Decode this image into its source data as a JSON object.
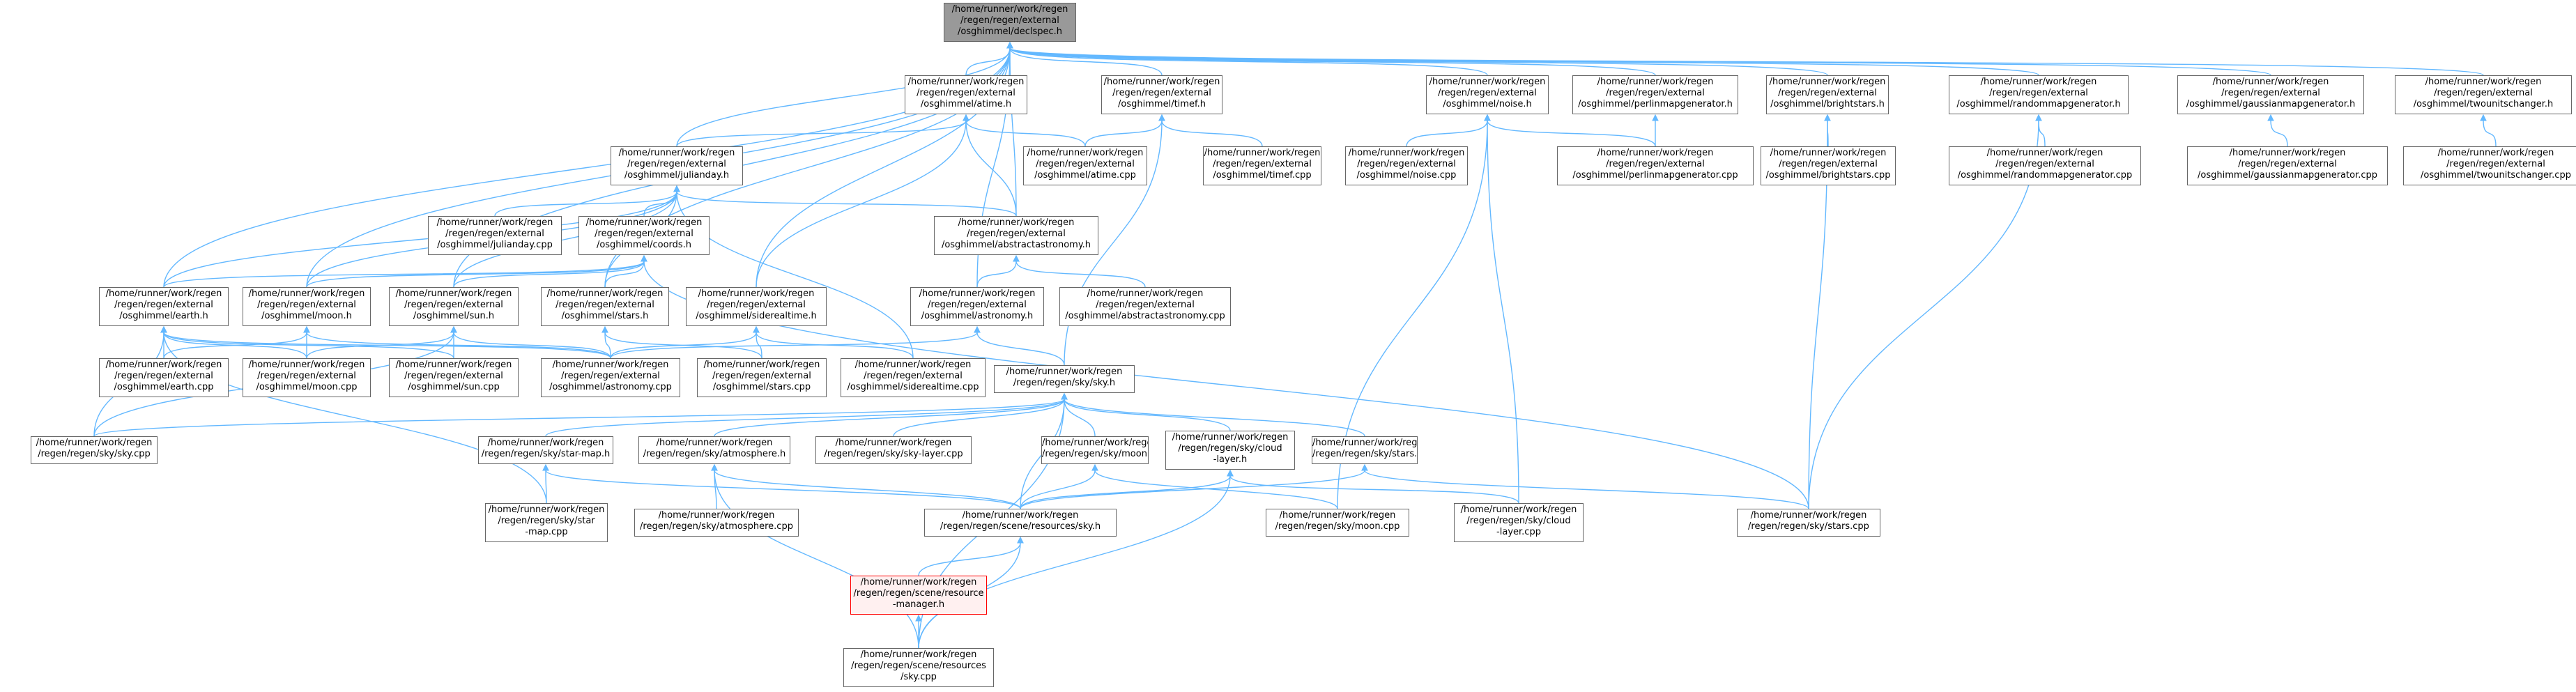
{
  "graph": {
    "nodes": [
      {
        "id": "declspec",
        "label": "/home/runner/work/regen\n/regen/regen/external\n/osghimmel/declspec.h",
        "style": "root"
      },
      {
        "id": "atime_h",
        "label": "/home/runner/work/regen\n/regen/regen/external\n/osghimmel/atime.h"
      },
      {
        "id": "timef_h",
        "label": "/home/runner/work/regen\n/regen/regen/external\n/osghimmel/timef.h"
      },
      {
        "id": "noise_h",
        "label": "/home/runner/work/regen\n/regen/regen/external\n/osghimmel/noise.h"
      },
      {
        "id": "perlin_h",
        "label": "/home/runner/work/regen\n/regen/regen/external\n/osghimmel/perlinmapgenerator.h"
      },
      {
        "id": "brightstars_h",
        "label": "/home/runner/work/regen\n/regen/regen/external\n/osghimmel/brightstars.h"
      },
      {
        "id": "random_h",
        "label": "/home/runner/work/regen\n/regen/regen/external\n/osghimmel/randommapgenerator.h"
      },
      {
        "id": "gaussian_h",
        "label": "/home/runner/work/regen\n/regen/regen/external\n/osghimmel/gaussianmapgenerator.h"
      },
      {
        "id": "twounit_h",
        "label": "/home/runner/work/regen\n/regen/regen/external\n/osghimmel/twounitschanger.h"
      },
      {
        "id": "julianday_h",
        "label": "/home/runner/work/regen\n/regen/regen/external\n/osghimmel/julianday.h"
      },
      {
        "id": "atime_cpp",
        "label": "/home/runner/work/regen\n/regen/regen/external\n/osghimmel/atime.cpp"
      },
      {
        "id": "timef_cpp",
        "label": "/home/runner/work/regen\n/regen/regen/external\n/osghimmel/timef.cpp"
      },
      {
        "id": "noise_cpp",
        "label": "/home/runner/work/regen\n/regen/regen/external\n/osghimmel/noise.cpp"
      },
      {
        "id": "perlin_cpp",
        "label": "/home/runner/work/regen\n/regen/regen/external\n/osghimmel/perlinmapgenerator.cpp"
      },
      {
        "id": "brightstars_cpp",
        "label": "/home/runner/work/regen\n/regen/regen/external\n/osghimmel/brightstars.cpp"
      },
      {
        "id": "random_cpp",
        "label": "/home/runner/work/regen\n/regen/regen/external\n/osghimmel/randommapgenerator.cpp"
      },
      {
        "id": "gaussian_cpp",
        "label": "/home/runner/work/regen\n/regen/regen/external\n/osghimmel/gaussianmapgenerator.cpp"
      },
      {
        "id": "twounit_cpp",
        "label": "/home/runner/work/regen\n/regen/regen/external\n/osghimmel/twounitschanger.cpp"
      },
      {
        "id": "julianday_cpp",
        "label": "/home/runner/work/regen\n/regen/regen/external\n/osghimmel/julianday.cpp"
      },
      {
        "id": "coords_h",
        "label": "/home/runner/work/regen\n/regen/regen/external\n/osghimmel/coords.h"
      },
      {
        "id": "abstractastro_h",
        "label": "/home/runner/work/regen\n/regen/regen/external\n/osghimmel/abstractastronomy.h"
      },
      {
        "id": "earth_h",
        "label": "/home/runner/work/regen\n/regen/regen/external\n/osghimmel/earth.h"
      },
      {
        "id": "moon_h",
        "label": "/home/runner/work/regen\n/regen/regen/external\n/osghimmel/moon.h"
      },
      {
        "id": "sun_h",
        "label": "/home/runner/work/regen\n/regen/regen/external\n/osghimmel/sun.h"
      },
      {
        "id": "stars_h",
        "label": "/home/runner/work/regen\n/regen/regen/external\n/osghimmel/stars.h"
      },
      {
        "id": "sidereal_h",
        "label": "/home/runner/work/regen\n/regen/regen/external\n/osghimmel/siderealtime.h"
      },
      {
        "id": "astronomy_h",
        "label": "/home/runner/work/regen\n/regen/regen/external\n/osghimmel/astronomy.h"
      },
      {
        "id": "abstractastro_cpp",
        "label": "/home/runner/work/regen\n/regen/regen/external\n/osghimmel/abstractastronomy.cpp"
      },
      {
        "id": "earth_cpp",
        "label": "/home/runner/work/regen\n/regen/regen/external\n/osghimmel/earth.cpp"
      },
      {
        "id": "moon_cpp",
        "label": "/home/runner/work/regen\n/regen/regen/external\n/osghimmel/moon.cpp"
      },
      {
        "id": "sun_cpp",
        "label": "/home/runner/work/regen\n/regen/regen/external\n/osghimmel/sun.cpp"
      },
      {
        "id": "astronomy_cpp",
        "label": "/home/runner/work/regen\n/regen/regen/external\n/osghimmel/astronomy.cpp"
      },
      {
        "id": "stars_cpp",
        "label": "/home/runner/work/regen\n/regen/regen/external\n/osghimmel/stars.cpp"
      },
      {
        "id": "sidereal_cpp",
        "label": "/home/runner/work/regen\n/regen/regen/external\n/osghimmel/siderealtime.cpp"
      },
      {
        "id": "sky_h",
        "label": "/home/runner/work/regen\n/regen/regen/sky/sky.h"
      },
      {
        "id": "sky_cpp",
        "label": "/home/runner/work/regen\n/regen/regen/sky/sky.cpp"
      },
      {
        "id": "starmap_h",
        "label": "/home/runner/work/regen\n/regen/regen/sky/star-map.h"
      },
      {
        "id": "atmosphere_h",
        "label": "/home/runner/work/regen\n/regen/regen/sky/atmosphere.h"
      },
      {
        "id": "skylayer_cpp",
        "label": "/home/runner/work/regen\n/regen/regen/sky/sky-layer.cpp"
      },
      {
        "id": "skymoon_h",
        "label": "/home/runner/work/regen\n/regen/regen/sky/moon.h"
      },
      {
        "id": "cloud_h",
        "label": "/home/runner/work/regen\n/regen/regen/sky/cloud\n-layer.h"
      },
      {
        "id": "skystars_h",
        "label": "/home/runner/work/regen\n/regen/regen/sky/stars.h"
      },
      {
        "id": "starmap_cpp",
        "label": "/home/runner/work/regen\n/regen/regen/sky/star\n-map.cpp"
      },
      {
        "id": "atmosphere_cpp",
        "label": "/home/runner/work/regen\n/regen/regen/sky/atmosphere.cpp"
      },
      {
        "id": "resources_sky_h",
        "label": "/home/runner/work/regen\n/regen/regen/scene/resources/sky.h"
      },
      {
        "id": "skymoon_cpp",
        "label": "/home/runner/work/regen\n/regen/regen/sky/moon.cpp"
      },
      {
        "id": "cloud_cpp",
        "label": "/home/runner/work/regen\n/regen/regen/sky/cloud\n-layer.cpp"
      },
      {
        "id": "skystars_cpp",
        "label": "/home/runner/work/regen\n/regen/regen/sky/stars.cpp"
      },
      {
        "id": "resmanager_h",
        "label": "/home/runner/work/regen\n/regen/regen/scene/resource\n-manager.h",
        "style": "red"
      },
      {
        "id": "resources_sky_cpp",
        "label": "/home/runner/work/regen\n/regen/regen/scene/resources\n/sky.cpp"
      }
    ],
    "edges": [
      [
        "atime_h",
        "declspec"
      ],
      [
        "timef_h",
        "declspec"
      ],
      [
        "noise_h",
        "declspec"
      ],
      [
        "perlin_h",
        "declspec"
      ],
      [
        "brightstars_h",
        "declspec"
      ],
      [
        "random_h",
        "declspec"
      ],
      [
        "gaussian_h",
        "declspec"
      ],
      [
        "twounit_h",
        "declspec"
      ],
      [
        "julianday_h",
        "declspec"
      ],
      [
        "abstractastro_h",
        "declspec"
      ],
      [
        "earth_h",
        "declspec"
      ],
      [
        "moon_h",
        "declspec"
      ],
      [
        "sun_h",
        "declspec"
      ],
      [
        "stars_h",
        "declspec"
      ],
      [
        "sidereal_h",
        "declspec"
      ],
      [
        "astronomy_h",
        "declspec"
      ],
      [
        "julianday_h",
        "atime_h"
      ],
      [
        "atime_cpp",
        "atime_h"
      ],
      [
        "abstractastro_h",
        "atime_h"
      ],
      [
        "sidereal_h",
        "atime_h"
      ],
      [
        "atime_cpp",
        "timef_h"
      ],
      [
        "timef_cpp",
        "timef_h"
      ],
      [
        "sky_h",
        "timef_h"
      ],
      [
        "noise_cpp",
        "noise_h"
      ],
      [
        "perlin_cpp",
        "noise_h"
      ],
      [
        "skymoon_cpp",
        "noise_h"
      ],
      [
        "cloud_cpp",
        "noise_h"
      ],
      [
        "perlin_cpp",
        "perlin_h"
      ],
      [
        "brightstars_cpp",
        "brightstars_h"
      ],
      [
        "skystars_cpp",
        "brightstars_h"
      ],
      [
        "random_cpp",
        "random_h"
      ],
      [
        "skystars_cpp",
        "random_h"
      ],
      [
        "gaussian_cpp",
        "gaussian_h"
      ],
      [
        "twounit_cpp",
        "twounit_h"
      ],
      [
        "julianday_cpp",
        "julianday_h"
      ],
      [
        "coords_h",
        "julianday_h"
      ],
      [
        "abstractastro_h",
        "julianday_h"
      ],
      [
        "earth_h",
        "julianday_h"
      ],
      [
        "moon_h",
        "julianday_h"
      ],
      [
        "sun_h",
        "julianday_h"
      ],
      [
        "stars_h",
        "julianday_h"
      ],
      [
        "sidereal_cpp",
        "julianday_h"
      ],
      [
        "earth_h",
        "coords_h"
      ],
      [
        "moon_h",
        "coords_h"
      ],
      [
        "sun_h",
        "coords_h"
      ],
      [
        "stars_h",
        "coords_h"
      ],
      [
        "skystars_cpp",
        "coords_h"
      ],
      [
        "astronomy_h",
        "abstractastro_h"
      ],
      [
        "abstractastro_cpp",
        "abstractastro_h"
      ],
      [
        "earth_cpp",
        "earth_h"
      ],
      [
        "moon_cpp",
        "earth_h"
      ],
      [
        "sun_cpp",
        "earth_h"
      ],
      [
        "astronomy_cpp",
        "earth_h"
      ],
      [
        "sky_cpp",
        "earth_h"
      ],
      [
        "starmap_cpp",
        "earth_h"
      ],
      [
        "moon_cpp",
        "moon_h"
      ],
      [
        "astronomy_cpp",
        "moon_h"
      ],
      [
        "earth_cpp",
        "moon_h"
      ],
      [
        "sun_cpp",
        "sun_h"
      ],
      [
        "astronomy_cpp",
        "sun_h"
      ],
      [
        "moon_cpp",
        "sun_h"
      ],
      [
        "sky_cpp",
        "sun_h"
      ],
      [
        "stars_cpp",
        "stars_h"
      ],
      [
        "astronomy_cpp",
        "stars_h"
      ],
      [
        "sidereal_cpp",
        "sidereal_h"
      ],
      [
        "stars_cpp",
        "sidereal_h"
      ],
      [
        "astronomy_cpp",
        "sidereal_h"
      ],
      [
        "astronomy_cpp",
        "astronomy_h"
      ],
      [
        "sky_h",
        "astronomy_h"
      ],
      [
        "sky_cpp",
        "sky_h"
      ],
      [
        "starmap_h",
        "sky_h"
      ],
      [
        "atmosphere_h",
        "sky_h"
      ],
      [
        "skylayer_cpp",
        "sky_h"
      ],
      [
        "skymoon_h",
        "sky_h"
      ],
      [
        "cloud_h",
        "sky_h"
      ],
      [
        "skystars_h",
        "sky_h"
      ],
      [
        "resources_sky_h",
        "sky_h"
      ],
      [
        "resources_sky_cpp",
        "sky_h"
      ],
      [
        "starmap_cpp",
        "starmap_h"
      ],
      [
        "resources_sky_h",
        "starmap_h"
      ],
      [
        "atmosphere_cpp",
        "atmosphere_h"
      ],
      [
        "resources_sky_h",
        "atmosphere_h"
      ],
      [
        "resources_sky_cpp",
        "atmosphere_h"
      ],
      [
        "skymoon_cpp",
        "skymoon_h"
      ],
      [
        "resources_sky_h",
        "skymoon_h"
      ],
      [
        "cloud_cpp",
        "cloud_h"
      ],
      [
        "resources_sky_h",
        "cloud_h"
      ],
      [
        "resources_sky_cpp",
        "cloud_h"
      ],
      [
        "skystars_cpp",
        "skystars_h"
      ],
      [
        "resources_sky_h",
        "skystars_h"
      ],
      [
        "resmanager_h",
        "resources_sky_h"
      ],
      [
        "resources_sky_cpp",
        "resources_sky_h"
      ],
      [
        "resources_sky_cpp",
        "resmanager_h"
      ]
    ]
  }
}
